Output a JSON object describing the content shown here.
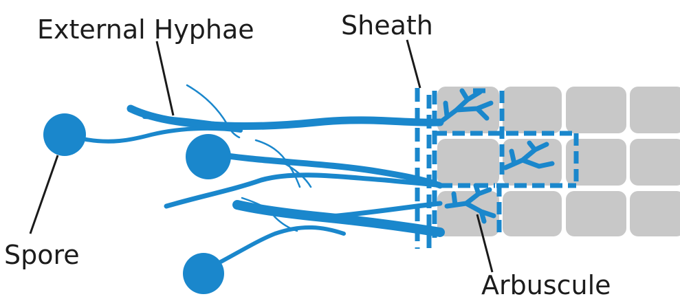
{
  "labels": {
    "external_hyphae": "External Hyphae",
    "sheath": "Sheath",
    "spore": "Spore",
    "arbuscule": "Arbuscule"
  },
  "colors": {
    "fungus": "#1a87cc",
    "root_cell": "#c8c8c8",
    "leader": "#1a1a1a"
  }
}
